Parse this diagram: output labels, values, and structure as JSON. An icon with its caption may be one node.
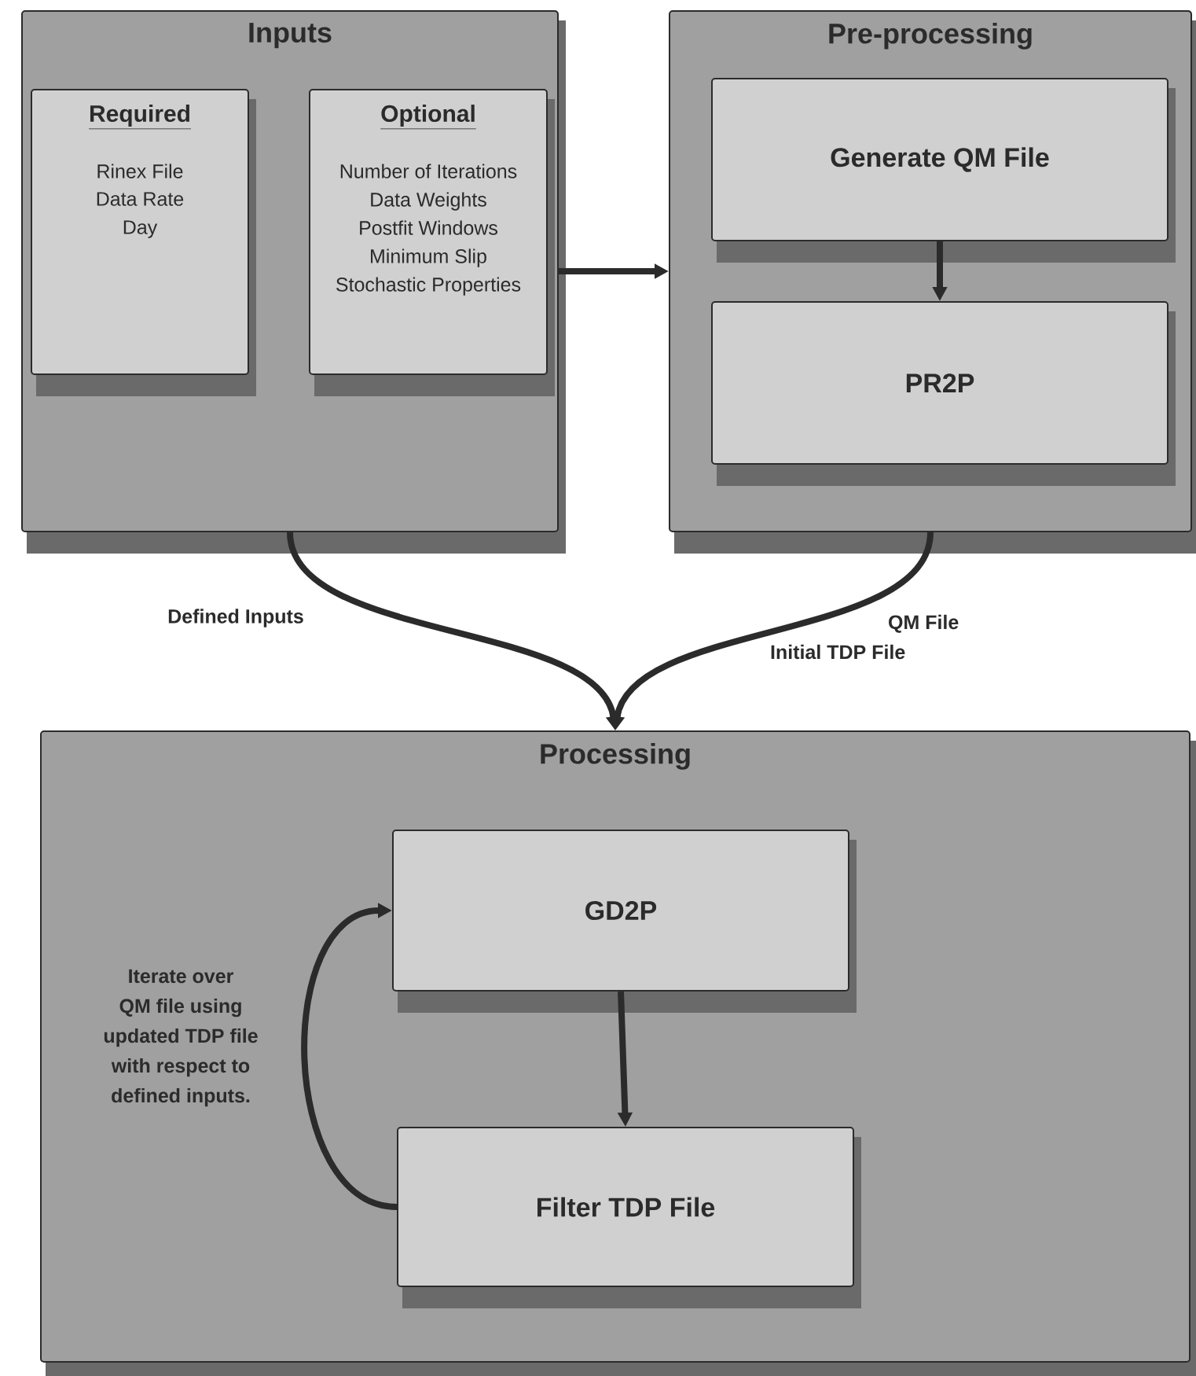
{
  "diagram": {
    "nodes": [
      {
        "text": [
          "Inputs"
        ]
      },
      {
        "text": [
          "Required",
          "Rinex File",
          "Data Rate",
          "Day"
        ],
        "in": 0
      },
      {
        "text": [
          "Optional",
          "Number of Iterations",
          "Data Weights",
          "Postfit Windows",
          "Minimum Slip",
          "Stochastic Properties"
        ],
        "in": 0
      },
      {
        "text": [
          "Pre-processing"
        ]
      },
      {
        "text": [
          "Generate QM File"
        ],
        "in": 3
      },
      {
        "text": [
          "PR2P"
        ],
        "in": 3
      },
      {
        "text": [
          "Processing"
        ]
      },
      {
        "text": [
          "GD2P"
        ],
        "in": 6
      },
      {
        "text": [
          "Filter TDP File"
        ],
        "in": 6
      }
    ],
    "edges": [
      {
        "from": 0,
        "to": 3,
        "arrow": "to"
      },
      {
        "from": 4,
        "to": 5,
        "arrow": "to"
      },
      {
        "from": 0,
        "to": 6,
        "arrow": "to",
        "label": "Defined Inputs"
      },
      {
        "from": 3,
        "to": 6,
        "arrow": "to",
        "label": "QM File Initial TDP File"
      },
      {
        "from": 7,
        "to": 8,
        "arrow": "to"
      },
      {
        "from": 8,
        "to": 7,
        "arrow": "to",
        "label": "Iterate over QM file using updated TDP file with respect to defined inputs."
      }
    ]
  }
}
